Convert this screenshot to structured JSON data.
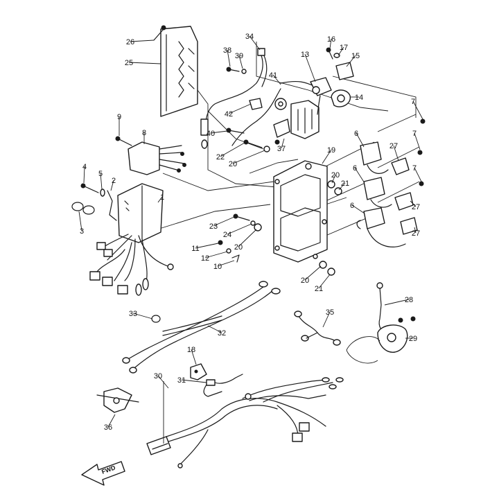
{
  "diagram": {
    "callouts": [
      {
        "id": "26",
        "text": "26"
      },
      {
        "id": "25",
        "text": "25"
      },
      {
        "id": "34",
        "text": "34"
      },
      {
        "id": "38",
        "text": "38"
      },
      {
        "id": "39",
        "text": "39"
      },
      {
        "id": "41",
        "text": "41"
      },
      {
        "id": "13",
        "text": "13"
      },
      {
        "id": "16",
        "text": "16"
      },
      {
        "id": "17",
        "text": "17"
      },
      {
        "id": "15",
        "text": "15"
      },
      {
        "id": "14",
        "text": "14"
      },
      {
        "id": "42",
        "text": "42"
      },
      {
        "id": "9",
        "text": "9"
      },
      {
        "id": "8",
        "text": "8"
      },
      {
        "id": "40",
        "text": "40"
      },
      {
        "id": "37",
        "text": "37"
      },
      {
        "id": "22",
        "text": "22"
      },
      {
        "id": "20a",
        "text": "20"
      },
      {
        "id": "19",
        "text": "19"
      },
      {
        "id": "7a",
        "text": "7"
      },
      {
        "id": "6a",
        "text": "6"
      },
      {
        "id": "7b",
        "text": "7"
      },
      {
        "id": "27a",
        "text": "27"
      },
      {
        "id": "7c",
        "text": "7"
      },
      {
        "id": "6b",
        "text": "6"
      },
      {
        "id": "27b",
        "text": "27"
      },
      {
        "id": "6c",
        "text": "6"
      },
      {
        "id": "27c",
        "text": "27"
      },
      {
        "id": "20b",
        "text": "20"
      },
      {
        "id": "21a",
        "text": "21"
      },
      {
        "id": "4",
        "text": "4"
      },
      {
        "id": "5",
        "text": "5"
      },
      {
        "id": "2",
        "text": "2"
      },
      {
        "id": "1",
        "text": "1"
      },
      {
        "id": "3",
        "text": "3"
      },
      {
        "id": "23",
        "text": "23"
      },
      {
        "id": "24",
        "text": "24"
      },
      {
        "id": "20c",
        "text": "20"
      },
      {
        "id": "11",
        "text": "11"
      },
      {
        "id": "12",
        "text": "12"
      },
      {
        "id": "10",
        "text": "10"
      },
      {
        "id": "20d",
        "text": "20"
      },
      {
        "id": "21b",
        "text": "21"
      },
      {
        "id": "28",
        "text": "28"
      },
      {
        "id": "33",
        "text": "33"
      },
      {
        "id": "32",
        "text": "32"
      },
      {
        "id": "35",
        "text": "35"
      },
      {
        "id": "29",
        "text": "29"
      },
      {
        "id": "18",
        "text": "18"
      },
      {
        "id": "30",
        "text": "30"
      },
      {
        "id": "31",
        "text": "31"
      },
      {
        "id": "36",
        "text": "36"
      }
    ],
    "fwd_label": "FWD"
  }
}
